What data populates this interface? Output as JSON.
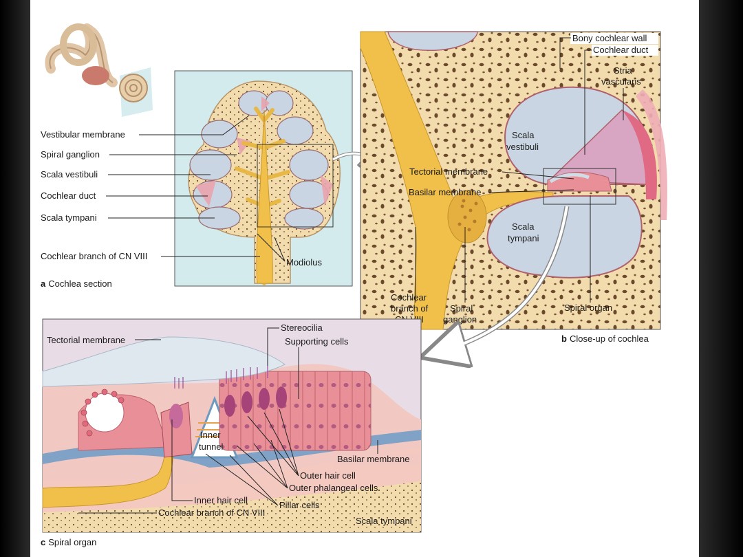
{
  "panel_a": {
    "caption_letter": "a",
    "caption": "Cochlea section",
    "labels": {
      "vestibular_membrane": "Vestibular membrane",
      "spiral_ganglion": "Spiral ganglion",
      "scala_vestibuli": "Scala vestibuli",
      "cochlear_duct": "Cochlear duct",
      "scala_tympani": "Scala tympani",
      "cochlear_branch": "Cochlear branch of CN VIII",
      "modiolus": "Modiolus"
    }
  },
  "panel_b": {
    "caption_letter": "b",
    "caption": "Close-up of cochlea",
    "labels": {
      "bony_wall": "Bony cochlear wall",
      "cochlear_duct": "Cochlear duct",
      "stria_1": "Stria",
      "stria_2": "vascularis",
      "scala_vestibuli_1": "Scala",
      "scala_vestibuli_2": "vestibuli",
      "tectorial": "Tectorial membrane",
      "basilar": "Basilar membrane",
      "scala_tympani_1": "Scala",
      "scala_tympani_2": "tympani",
      "cochlear_branch_1": "Cochlear",
      "cochlear_branch_2": "branch of",
      "cochlear_branch_3": "CN VIII",
      "spiral_ganglion_1": "Spiral",
      "spiral_ganglion_2": "ganglion",
      "spiral_organ": "Spiral organ"
    }
  },
  "panel_c": {
    "caption_letter": "c",
    "caption": "Spiral organ",
    "labels": {
      "tectorial": "Tectorial membrane",
      "stereocilia": "Stereocilia",
      "supporting_cells": "Supporting cells",
      "inner_tunnel_1": "Inner",
      "inner_tunnel_2": "tunnel",
      "basilar": "Basilar membrane",
      "outer_hair_cell": "Outer hair cell",
      "outer_phalangeal": "Outer phalangeal cells",
      "inner_hair_cell": "Inner hair cell",
      "pillar_cells": "Pillar cells",
      "cochlear_branch": "Cochlear branch of CN VIII",
      "scala_tympani": "Scala tympani"
    }
  },
  "colors": {
    "bone": "#f2dcae",
    "bone_pore": "#6b4a2c",
    "fluid": "#c9d5e2",
    "nerve": "#f0c04a",
    "tissue_pink": "#e88f97",
    "panel_a_bg": "#d4ebee",
    "panel_c_bg": "#e8dde6"
  }
}
